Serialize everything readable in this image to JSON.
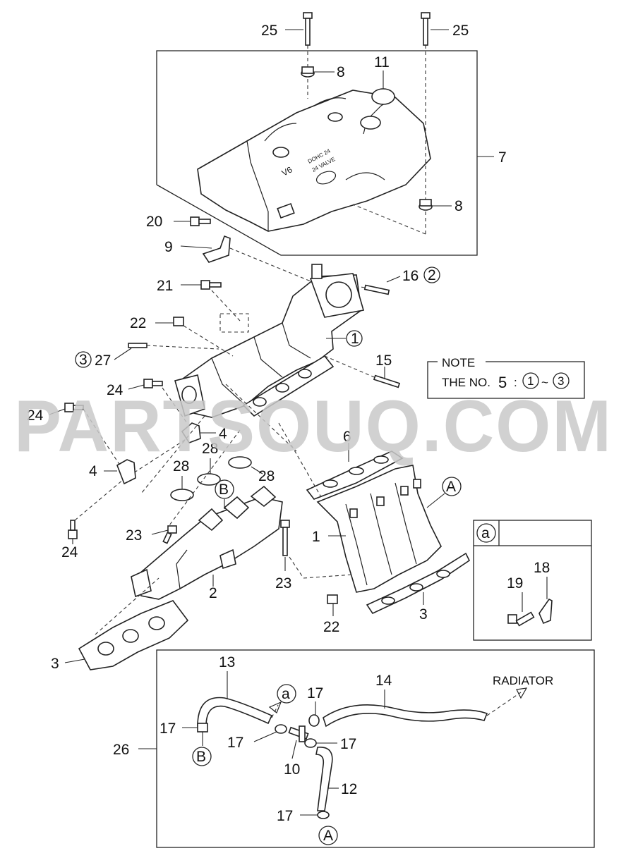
{
  "labels": {
    "l25a": "25",
    "l25b": "25",
    "l8a": "8",
    "l11": "11",
    "l7": "7",
    "l8b": "8",
    "l20": "20",
    "l9": "9",
    "l21": "21",
    "l16": "16",
    "l16c": "2",
    "l22a": "22",
    "l1c": "1",
    "l27c": "3",
    "l27": "27",
    "l15": "15",
    "l24a": "24",
    "l24b": "24",
    "l4a": "4",
    "l4b": "4",
    "l28a": "28",
    "l28b": "28",
    "l28c": "28",
    "l6": "6",
    "lAref": "A",
    "lBref": "B",
    "l23a": "23",
    "l1": "1",
    "l24c": "24",
    "l2": "2",
    "l23b": "23",
    "l22b": "22",
    "l3a": "3",
    "l3b": "3",
    "l19": "19",
    "l18": "18",
    "l13": "13",
    "l14": "14",
    "l26": "26",
    "l17a": "17",
    "l17b": "17",
    "l17c": "17",
    "l17d": "17",
    "l17e": "17",
    "l10": "10",
    "l12": "12",
    "lBhose": "B",
    "lAhose": "A",
    "lacirc": "a"
  },
  "note": {
    "title": "NOTE",
    "prefix": "THE NO.",
    "number": "5",
    "colon": ":",
    "from": "1",
    "tilde": "~",
    "to": "3"
  },
  "inset": {
    "tag": "a"
  },
  "radiator_label": "RADIATOR",
  "engine_cover_text": {
    "model": "V6",
    "line1": "DOHC 24",
    "line2": "24 VALVE"
  },
  "watermark": "PARTSOUQ.COM",
  "colors": {
    "line": "#222222",
    "watermark": "#c9c9c9",
    "background": "#ffffff"
  }
}
